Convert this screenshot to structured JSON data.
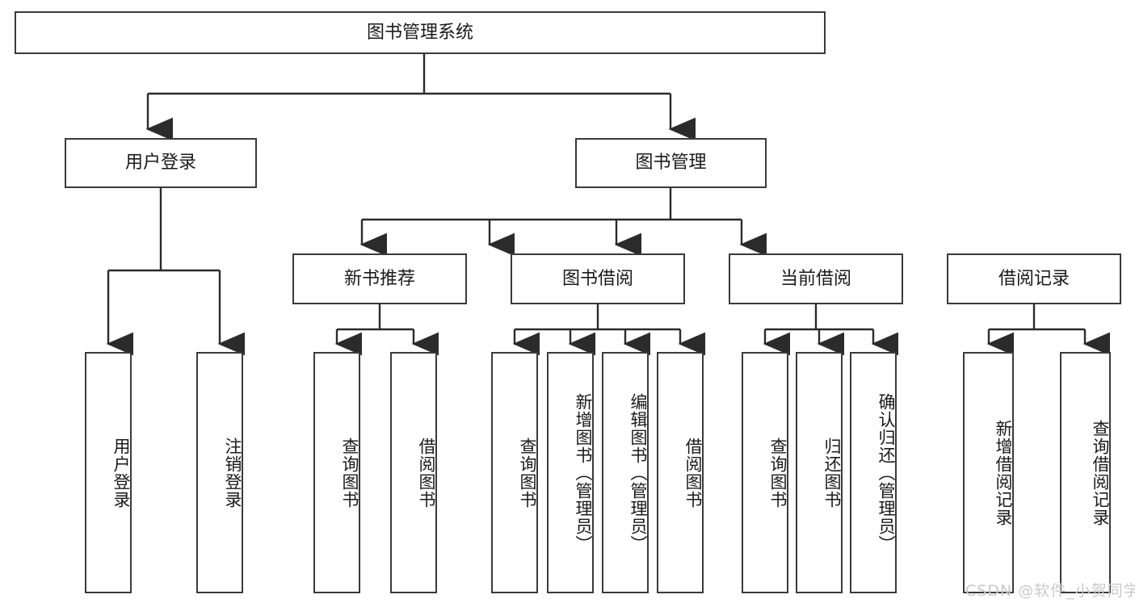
{
  "diagram": {
    "title": "图书管理系统",
    "type": "tree",
    "root": {
      "label": "图书管理系统"
    },
    "level1": [
      {
        "id": "user-login",
        "label": "用户登录"
      },
      {
        "id": "book-manage",
        "label": "图书管理"
      }
    ],
    "level2": [
      {
        "id": "new-book-recommend",
        "label": "新书推荐",
        "parent": "book-manage"
      },
      {
        "id": "book-borrow",
        "label": "图书借阅",
        "parent": "book-manage"
      },
      {
        "id": "current-borrow",
        "label": "当前借阅",
        "parent": "book-manage"
      },
      {
        "id": "borrow-record",
        "label": "借阅记录",
        "parent": "book-manage"
      }
    ],
    "leaves": [
      {
        "id": "leaf-user-login",
        "label": "用户登录",
        "parent": "user-login"
      },
      {
        "id": "leaf-user-logout",
        "label": "注销登录",
        "parent": "user-login"
      },
      {
        "id": "leaf-query-book-1",
        "label": "查询图书",
        "parent": "new-book-recommend"
      },
      {
        "id": "leaf-borrow-book-1",
        "label": "借阅图书",
        "parent": "new-book-recommend"
      },
      {
        "id": "leaf-query-book-2",
        "label": "查询图书",
        "parent": "book-borrow"
      },
      {
        "id": "leaf-add-book",
        "label": "新增图书（管理员）",
        "parent": "book-borrow"
      },
      {
        "id": "leaf-edit-book",
        "label": "编辑图书（管理员）",
        "parent": "book-borrow"
      },
      {
        "id": "leaf-borrow-book-2",
        "label": "借阅图书",
        "parent": "book-borrow"
      },
      {
        "id": "leaf-query-book-3",
        "label": "查询图书",
        "parent": "current-borrow"
      },
      {
        "id": "leaf-return-book",
        "label": "归还图书",
        "parent": "current-borrow"
      },
      {
        "id": "leaf-confirm-return",
        "label": "确认归还（管理员）",
        "parent": "current-borrow"
      },
      {
        "id": "leaf-add-record",
        "label": "新增借阅记录",
        "parent": "borrow-record"
      },
      {
        "id": "leaf-query-record",
        "label": "查询借阅记录",
        "parent": "borrow-record"
      }
    ]
  },
  "watermark": {
    "text": "CSDN @软件_小贺同学"
  },
  "colors": {
    "border": "#3a3a3a",
    "line": "#2b2b2b",
    "background": "#ffffff",
    "text": "#1a1a1a",
    "watermark": "#c9c9c9"
  }
}
